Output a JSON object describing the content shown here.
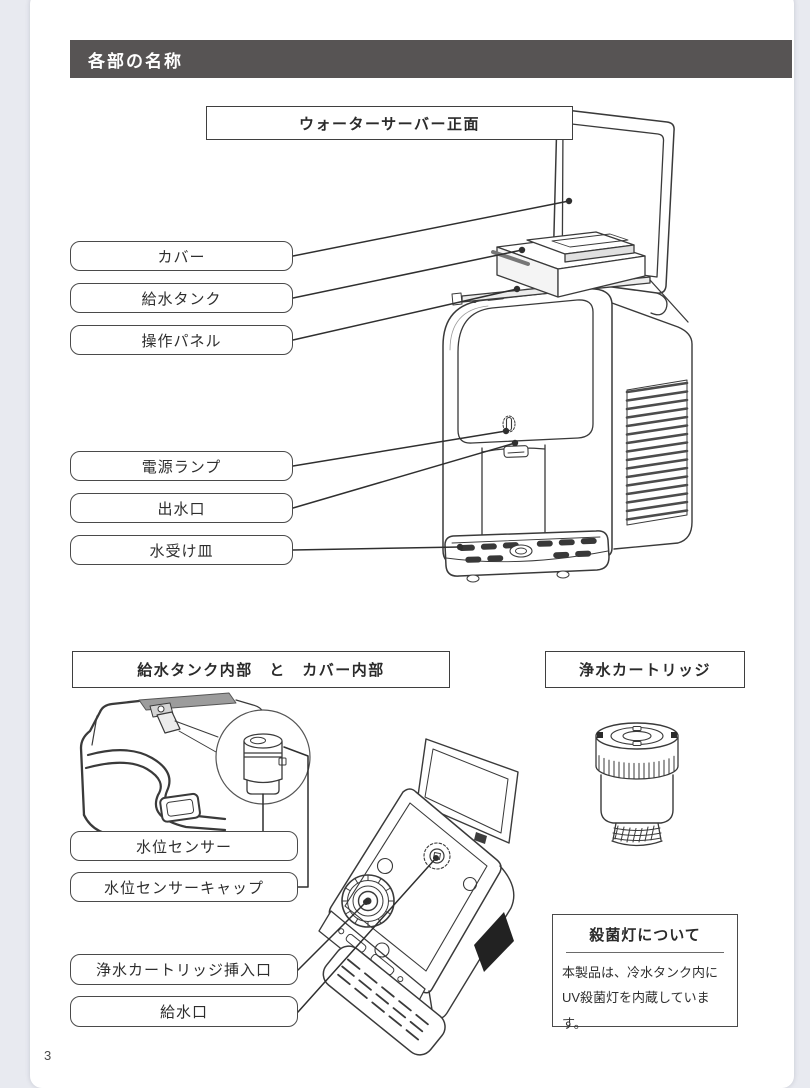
{
  "header": {
    "title": "各部の名称"
  },
  "front_section": {
    "title": "ウォーターサーバー正面",
    "labels": {
      "cover": "カバー",
      "tank": "給水タンク",
      "panel": "操作パネル",
      "lamp": "電源ランプ",
      "outlet": "出水口",
      "tray": "水受け皿"
    }
  },
  "inner_section": {
    "title_left": "給水タンク内部　と　カバー内部",
    "title_right": "浄水カートリッジ",
    "labels": {
      "sensor": "水位センサー",
      "sensor_cap": "水位センサーキャップ",
      "cartridge_slot": "浄水カートリッジ挿入口",
      "inlet": "給水口"
    }
  },
  "uv_note": {
    "title": "殺菌灯について",
    "line1": "本製品は、冷水タンク内に",
    "line2": "UV殺菌灯を内蔵しています。"
  },
  "page_number": "3",
  "colors": {
    "header_bg": "#575454",
    "page_bg": "#e8eaf0",
    "line_art": "#3a3a3a"
  }
}
